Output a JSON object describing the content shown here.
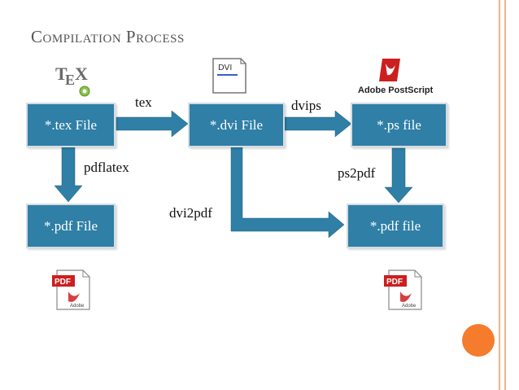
{
  "slide": {
    "title": "Compilation Process"
  },
  "boxes": {
    "tex": "*.tex File",
    "dvi": "*.dvi File",
    "ps": "*.ps file",
    "pdf_left": "*.pdf  File",
    "pdf_right": "*.pdf  file"
  },
  "edges": {
    "tex": "tex",
    "dvips": "dvips",
    "pdflatex": "pdflatex",
    "ps2pdf": "ps2pdf",
    "dvi2pdf": "dvi2pdf"
  },
  "icons": {
    "tex_logo": "TEX",
    "dvi_doc": "DVI",
    "adobe_postscript": "Adobe PostScript",
    "pdf_left": "PDF",
    "pdf_right": "PDF",
    "adobe_small": "Adobe"
  },
  "colors": {
    "box_fill": "#2f7fa6",
    "arrow_fill": "#2f7fa6",
    "accent_orange": "#f47c2c",
    "border_peach": "#f2b38a",
    "title_gray": "#555555"
  }
}
